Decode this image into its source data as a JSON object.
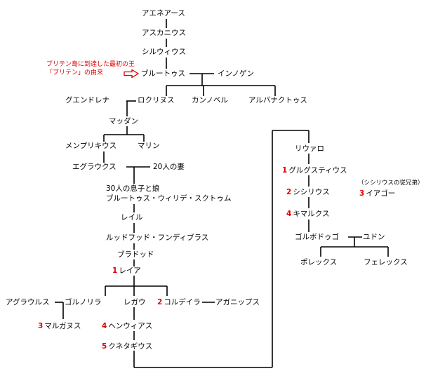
{
  "note": {
    "line1": "ブリテン島に到達した最初の王",
    "line2": "「ブリテン」の由来"
  },
  "people": {
    "aeneas": "アエネアース",
    "ascanius": "アスカニウス",
    "silvius": "シルウィウス",
    "brutus": "ブルートゥス",
    "innogen": "インノゲン",
    "gwendolen": "グエンドレナ",
    "locrinus": "ロクリヌス",
    "kamber": "カンノベル",
    "albanactus": "アルバナクトゥス",
    "maddan": "マッダン",
    "mempricius": "メンプリキウス",
    "malin": "マリン",
    "ebraucus": "エグラウクス",
    "wives20": "20人の妻",
    "children30": "30人の息子と娘",
    "brutus_greenshield": "ブルートゥス・ウィリデ・スクトゥム",
    "leil": "レイル",
    "rud_hud_hudibras": "ルッドフッド・フンディブラス",
    "bladud": "ブラドッド",
    "leir": "レイア",
    "agranus": "アグラウルス",
    "goneril": "ゴルノリラ",
    "regan": "レガウ",
    "cordelia": "コルデイラ",
    "aganippus": "アガニップス",
    "marganus": "マルガヌス",
    "cunedagius": "ヘンウィアス",
    "rivallo_father": "クネタギウス",
    "rivallo": "リウァロ",
    "gurgustius": "グルグスティウス",
    "sisillius": "シシリウス",
    "kimarcus": "キマルクス",
    "cousin_note": "（シシリウスの従兄弟）",
    "jago": "イアゴー",
    "gorboduc": "ゴルボドゥゴ",
    "judon": "ユドン",
    "porrex": "ポレックス",
    "ferrex": "フェレックス"
  },
  "numbers": {
    "leir": "1",
    "cordelia": "2",
    "marganus": "3",
    "henwinus": "4",
    "cunedagius": "5",
    "gurgustius": "1",
    "sisillius": "2",
    "kimarcus": "4",
    "jago": "3"
  },
  "colors": {
    "line": "#000000",
    "accent": "#e00000"
  }
}
